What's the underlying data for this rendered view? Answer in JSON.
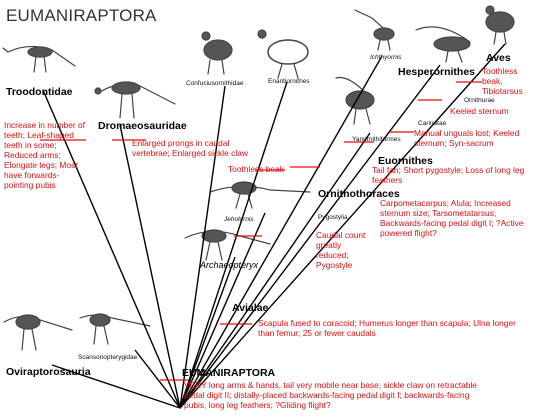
{
  "title": "EUMANIRAPTORA",
  "taxa": {
    "troodontidae": "Troodontidae",
    "dromaeosauridae": "Dromaeosauridae",
    "confuciusornithidae": "Confuciusornithidae",
    "enantiornithes": "Enantiornithes",
    "ichthyornis": "Ichthyornis",
    "hesperornithes": "Hesperornithes",
    "aves": "Aves",
    "ornithurae": "Ornithurae",
    "carinatae": "Carinatae",
    "yanornithiformes": "Yanornithiformes",
    "euornithes": "Euornithes",
    "ornithothoraces": "Ornithothoraces",
    "pygostylia": "Pygostylia",
    "jeholornis": "Jeholornis",
    "archaeopteryx": "Archaeopteryx",
    "avialae": "Avialae",
    "oviraptorosauria": "Oviraptorosauria",
    "scansoriopterygidae": "Scansoriopterygidae",
    "eumaniraptora": "EUMANIRAPTORA"
  },
  "characters": {
    "troodontidae": "Increase in number of teeth; Leaf-shaped teeth in some; Reduced arms; Elongate legs; Most have forwards-pointing pubis",
    "dromaeosauridae": "Enlarged prongs in caudal vertebrae; Enlarged sickle claw",
    "pygostylia": "Toothless beak",
    "aves": "Toothless beak, Tibiotarsus",
    "ornithurae": "Keeled sternum",
    "carinatae": "Manual unguals lost; Keeled sternum; Syn-sacrum",
    "euornithes": "Tail fan; Short pygostyle; Loss of long leg feathers",
    "ornithothoraces": "Carpometacarpus; Alula; Increased sternum size; Tarsometatarsus; Backwards-facing pedal digit I; ?Active powered flight?",
    "jeholornis": "Caudal count greatly reduced; Pygostyle",
    "avialae": "Scapula fused to coracoid; Humerus longer than scapula; Ulna longer than femur; 25 or fewer caudals",
    "eumaniraptora": "VERY long arms & hands, tail very mobile near base; sickle claw on retractable pedal digit II; distally-placed backwards-facing pedal digit I; backwards-facing pubis, long leg feathers; ?Gliding flight?"
  },
  "colors": {
    "character_text": "#e01010",
    "tick": "#e01010",
    "branch": "#000000",
    "title": "#333333"
  },
  "icons": [
    "skeletal-silhouette-icon"
  ]
}
